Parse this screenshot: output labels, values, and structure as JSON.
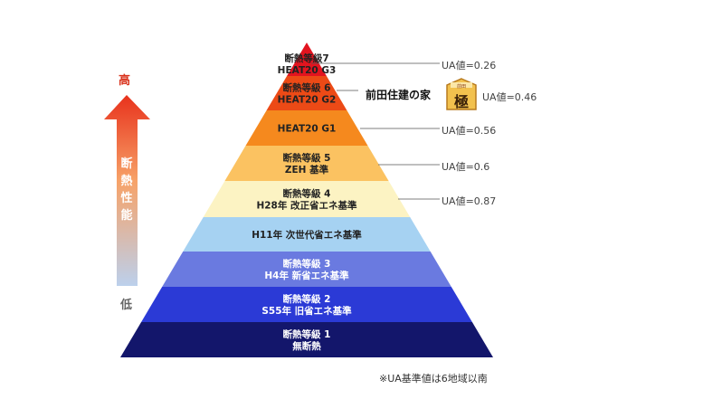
{
  "levels": [
    {
      "label": [
        "断熱等級7",
        "HEAT20  G3"
      ],
      "color": "#e2141f",
      "text_color": "#222222"
    },
    {
      "label": [
        "断熱等級 6",
        "HEAT20  G2"
      ],
      "color": "#ec4a16",
      "text_color": "#222222"
    },
    {
      "label": [
        "HEAT20  G1"
      ],
      "color": "#f5891e",
      "text_color": "#222222"
    },
    {
      "label": [
        "断熱等級 5",
        "ZEH 基準"
      ],
      "color": "#fbc261",
      "text_color": "#222222"
    },
    {
      "label": [
        "断熱等級 4",
        "H28年  改正省エネ基準"
      ],
      "color": "#fcf3c3",
      "text_color": "#222222"
    },
    {
      "label": [
        "H11年    次世代省エネ基準"
      ],
      "color": "#a6d2f2",
      "text_color": "#222222"
    },
    {
      "label": [
        "断熱等級 3",
        "H4年    新省エネ基準"
      ],
      "color": "#6a7ae0",
      "text_color": "#ffffff"
    },
    {
      "label": [
        "断熱等級 2",
        "S55年    旧省エネ基準"
      ],
      "color": "#2b3ad6",
      "text_color": "#ffffff"
    },
    {
      "label": [
        "断熱等級 1",
        "無断熱"
      ],
      "color": "#13166b",
      "text_color": "#ffffff"
    }
  ],
  "ua_values": {
    "g3": "UA値=0.26",
    "g2": "UA値=0.46",
    "g1": "UA値=0.56",
    "zeh": "UA値=0.6",
    "h28": "UA値=0.87"
  },
  "axis": {
    "high": "高",
    "low": "低",
    "title": "断熱性能",
    "arrow_top_color": "#e8321c",
    "arrow_bottom_color": "#bcd0ec"
  },
  "company": {
    "name": "前田住建の家",
    "badge_top": "前田",
    "badge_main": "極"
  },
  "footnote": "※UA基準値は6地域以南"
}
